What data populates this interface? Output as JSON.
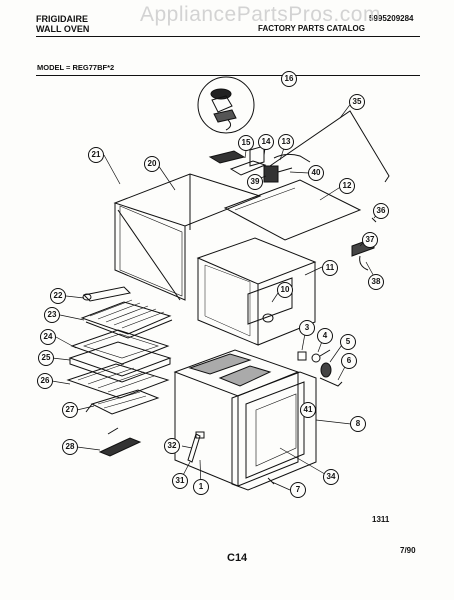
{
  "header": {
    "brand_line1": "FRIGIDAIRE",
    "brand_line2": "WALL OVEN",
    "catalog_title": "FACTORY PARTS CATALOG",
    "part_number": "5995209284",
    "model_label": "MODEL = REG77BF*2",
    "watermark": "AppliancePartsPros.com"
  },
  "footer": {
    "drawing_number": "1311",
    "page_code": "C14",
    "date_code": "7/90"
  },
  "callouts": [
    "1",
    "3",
    "4",
    "5",
    "6",
    "7",
    "8",
    "10",
    "11",
    "12",
    "13",
    "14",
    "15",
    "16",
    "20",
    "21",
    "22",
    "23",
    "24",
    "25",
    "26",
    "27",
    "28",
    "31",
    "32",
    "34",
    "35",
    "36",
    "37",
    "38",
    "39",
    "40",
    "41"
  ]
}
